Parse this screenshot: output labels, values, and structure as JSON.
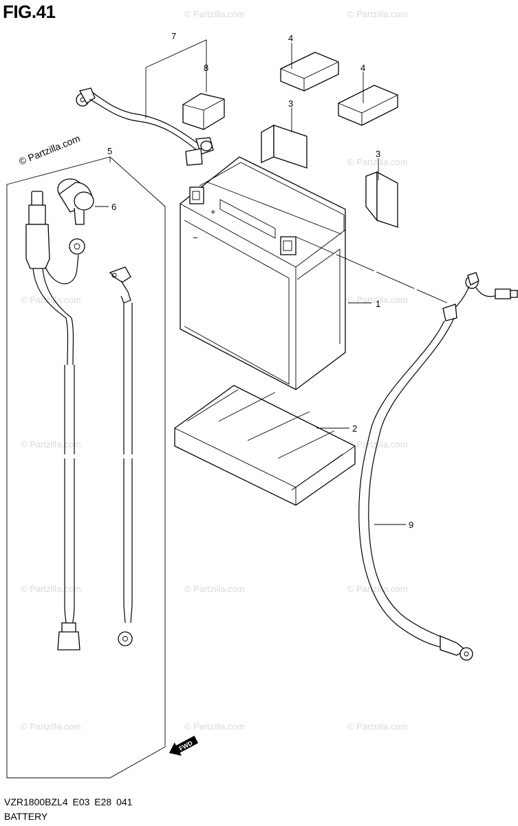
{
  "header": {
    "figure_label": "FIG.41"
  },
  "footer": {
    "model_code": "VZR1800BZL4  E03  E28  041",
    "caption": "BATTERY"
  },
  "callouts": {
    "part_1": "1",
    "part_2": "2",
    "part_3a": "3",
    "part_3b": "3",
    "part_4a": "4",
    "part_4b": "4",
    "part_5": "5",
    "part_6": "6",
    "part_7": "7",
    "part_8": "8",
    "part_9": "9"
  },
  "fwd_marker": "FWD",
  "watermark": "© Partzilla.com",
  "watermark_prominent": "© Partzilla.com"
}
